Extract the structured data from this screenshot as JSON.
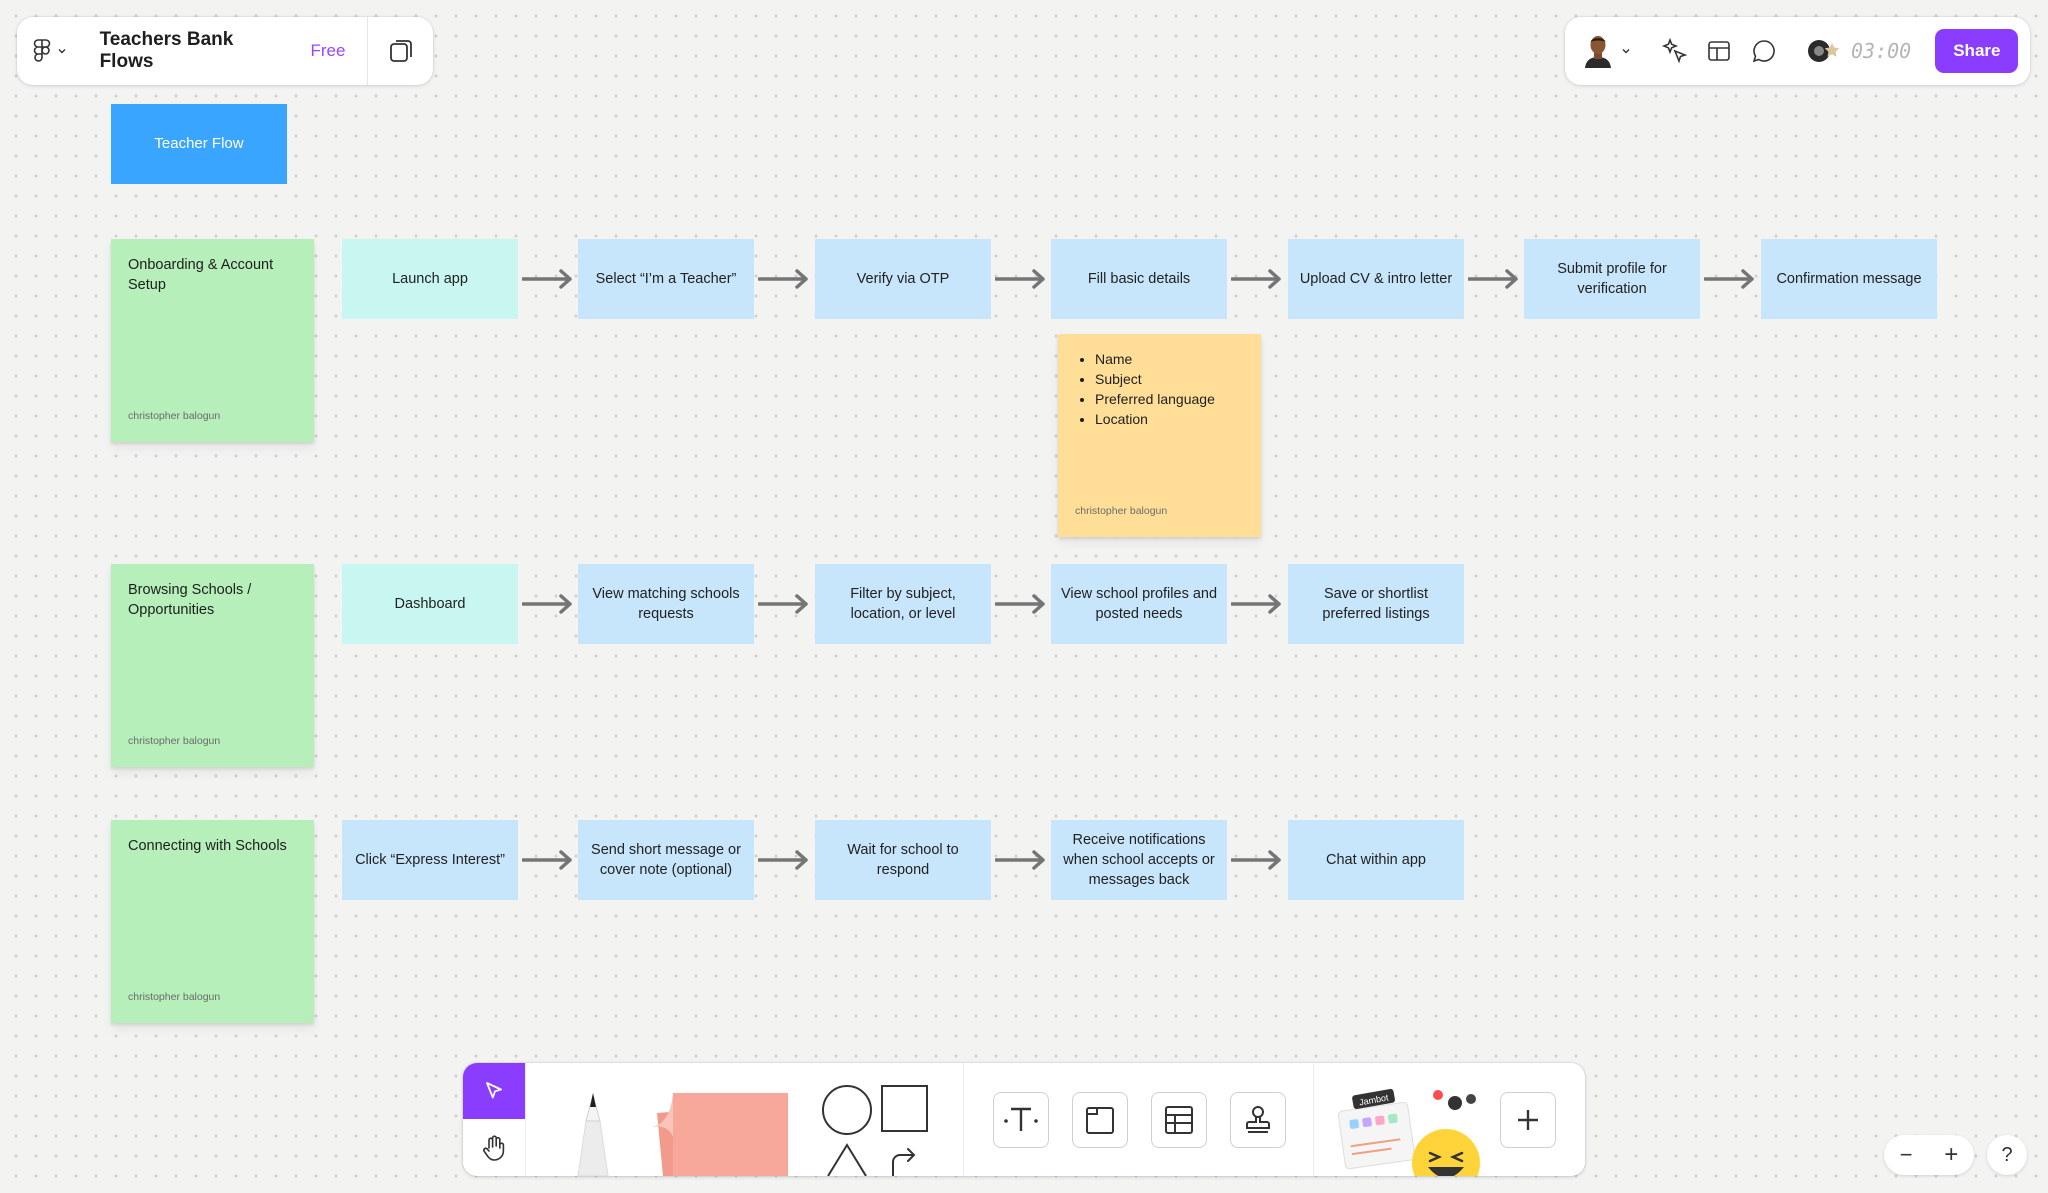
{
  "header": {
    "file_title": "Teachers Bank Flows",
    "plan_badge": "Free",
    "share_label": "Share",
    "timer": "03:00"
  },
  "title_box": "Teacher Flow",
  "rows": [
    {
      "sticky": {
        "title": "Onboarding & Account Setup",
        "author": "christopher balogun"
      },
      "steps": [
        "Launch app",
        "Select “I’m a Teacher”",
        "Verify via OTP",
        "Fill basic details",
        "Upload CV & intro letter",
        "Submit profile for verification",
        "Confirmation message"
      ]
    },
    {
      "sticky": {
        "title": "Browsing Schools / Opportunities",
        "author": "christopher balogun"
      },
      "steps": [
        "Dashboard",
        "View matching schools requests",
        "Filter by subject, location, or level",
        "View school profiles and posted needs",
        "Save or shortlist preferred listings"
      ]
    },
    {
      "sticky": {
        "title": "Connecting with Schools",
        "author": "christopher balogun"
      },
      "steps": [
        "Click “Express Interest”",
        "Send short message or cover note (optional)",
        "Wait for school to respond",
        "Receive notifications when school accepts or messages back",
        "Chat within app"
      ]
    }
  ],
  "details_note": {
    "items": [
      "Name",
      "Subject",
      "Preferred language",
      "Location"
    ],
    "author": "christopher balogun"
  },
  "toolbar": {
    "stamp_label": "Jambot"
  },
  "zoom": {
    "minus": "−",
    "plus": "+"
  },
  "help_label": "?",
  "colors": {
    "accent": "#8b3dff",
    "title_box": "#3aa5ff",
    "step_blue": "#c7e5fb",
    "step_teal": "#c8f7f1",
    "sticky_green": "#b6efb9",
    "sticky_yellow": "#ffdf98"
  }
}
